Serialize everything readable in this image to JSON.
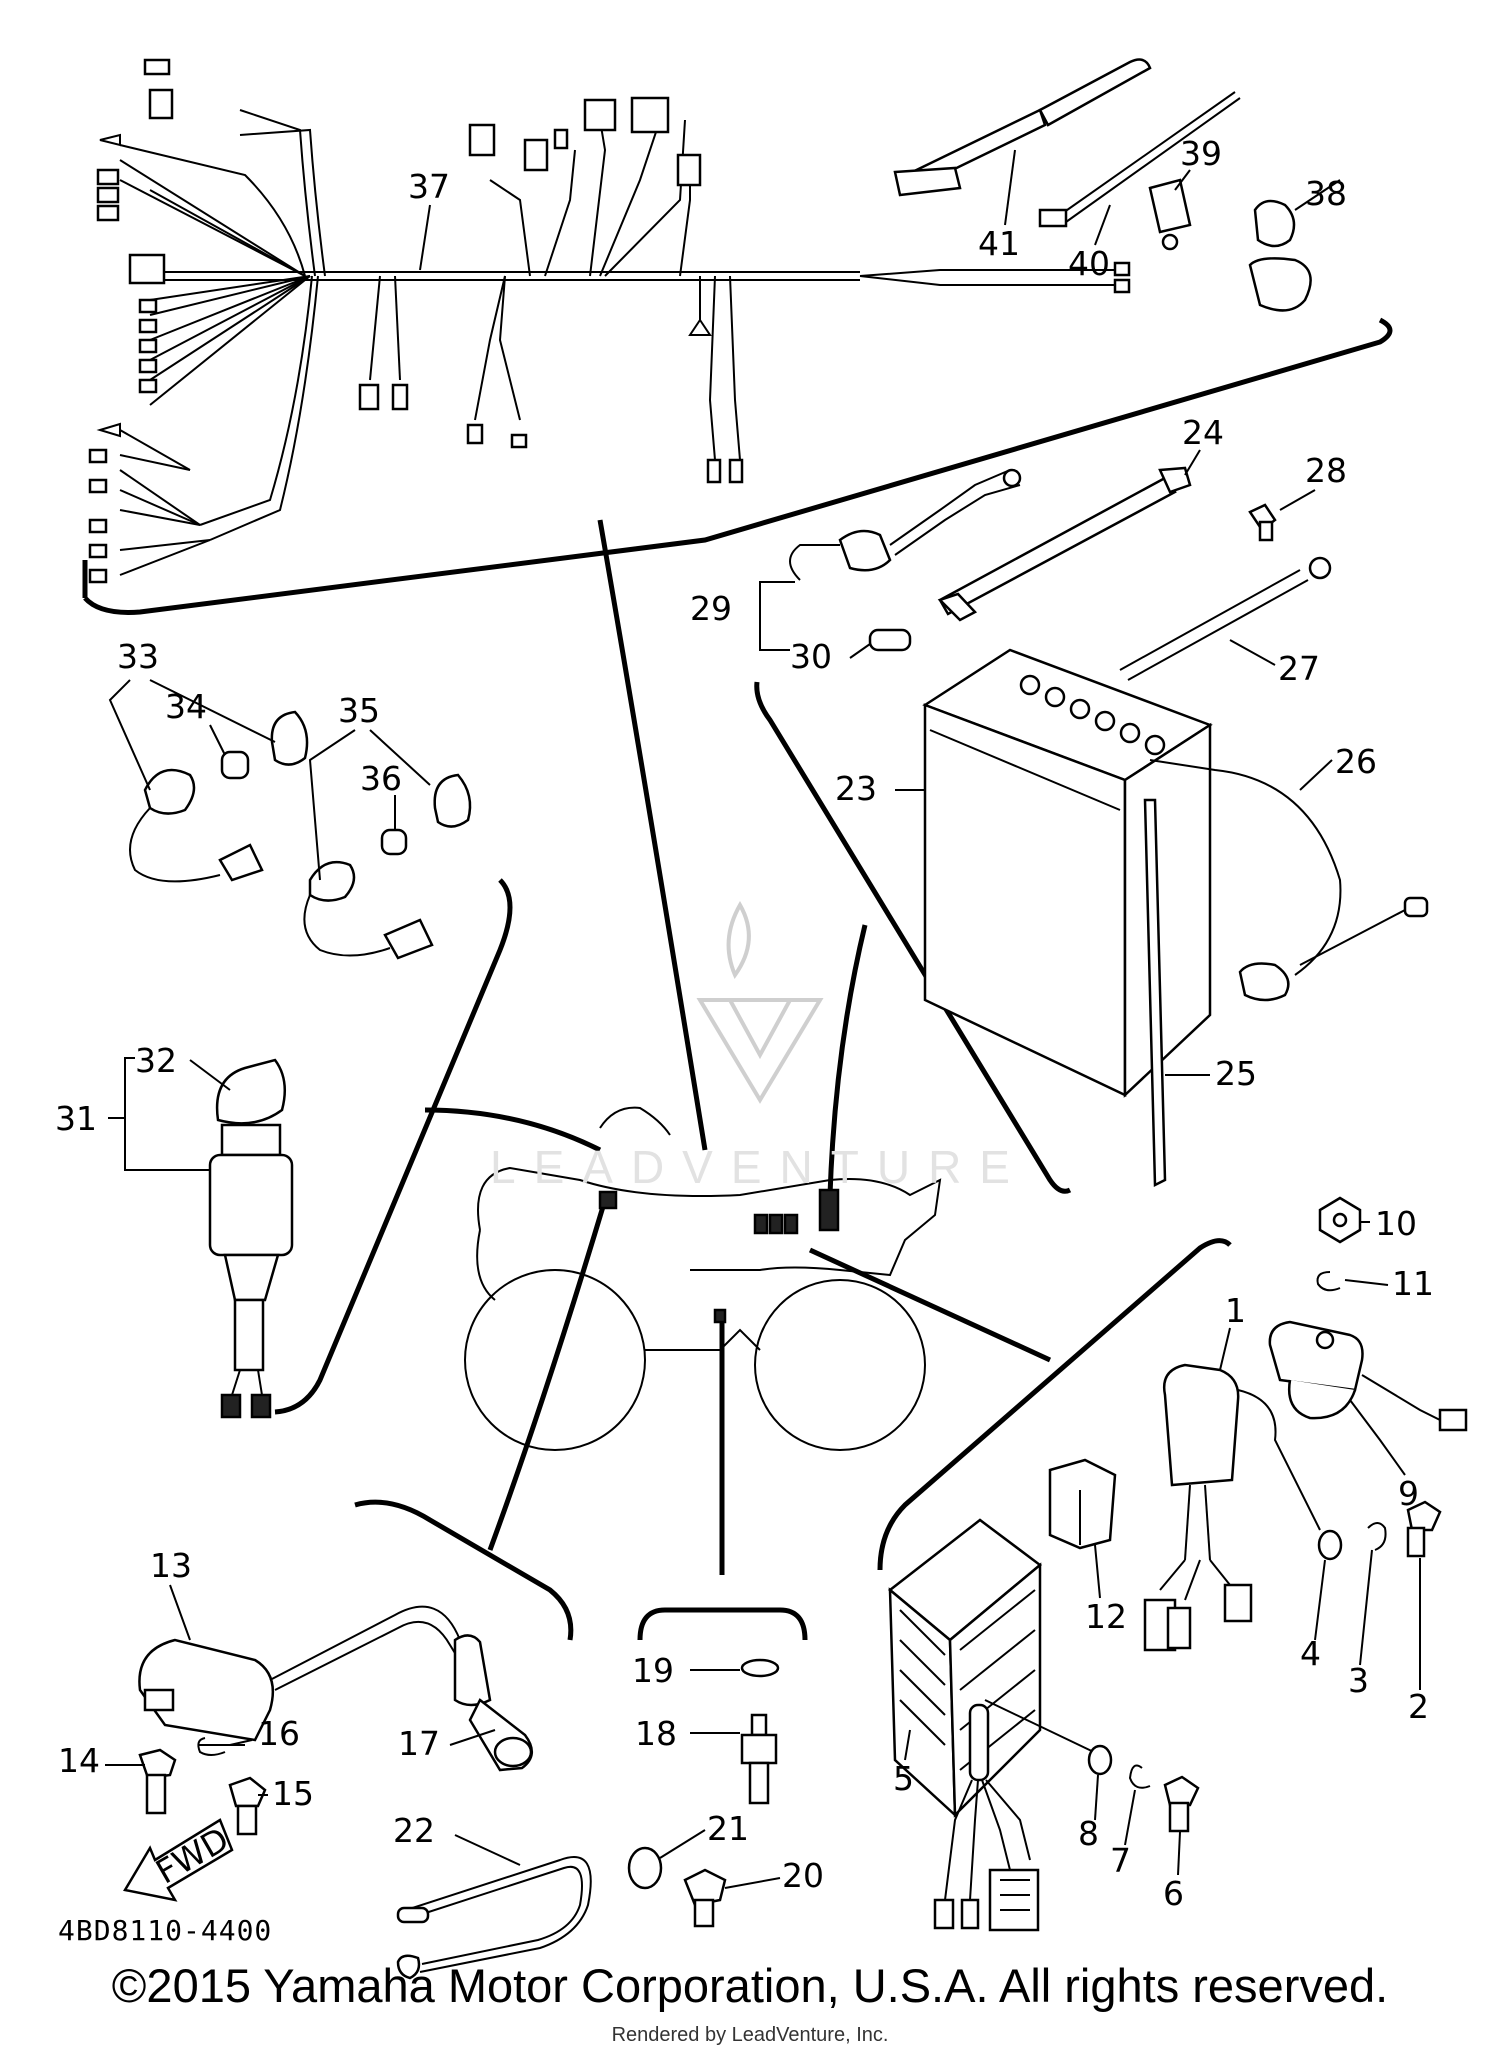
{
  "diagram": {
    "part_labels": [
      "1",
      "2",
      "3",
      "4",
      "5",
      "6",
      "7",
      "8",
      "9",
      "10",
      "11",
      "12",
      "13",
      "14",
      "15",
      "16",
      "17",
      "18",
      "19",
      "20",
      "21",
      "22",
      "23",
      "24",
      "25",
      "26",
      "27",
      "28",
      "29",
      "30",
      "31",
      "32",
      "33",
      "34",
      "35",
      "36",
      "37",
      "38",
      "39",
      "40",
      "41"
    ],
    "fwd_label": "FWD",
    "diagram_code": "4BD8110-4400",
    "watermark_text": "LEADVENTURE"
  },
  "footer": {
    "copyright": "©2015 Yamaha Motor Corporation, U.S.A. All rights reserved.",
    "rendered_by": "Rendered by LeadVenture, Inc."
  }
}
